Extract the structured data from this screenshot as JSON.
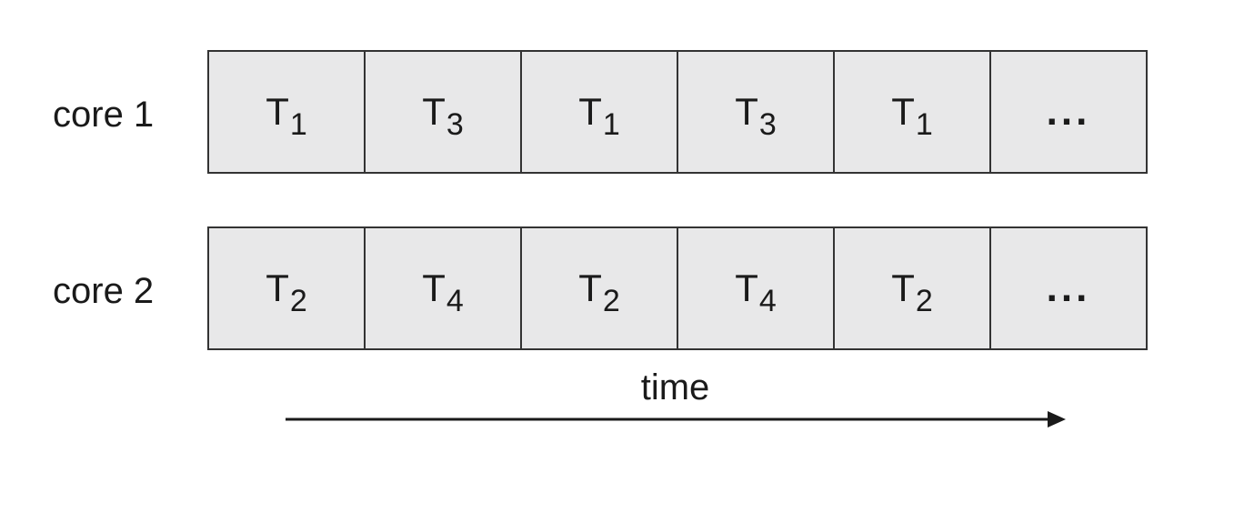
{
  "cores": [
    {
      "label": "core 1",
      "cells": [
        {
          "main": "T",
          "sub": "1"
        },
        {
          "main": "T",
          "sub": "3"
        },
        {
          "main": "T",
          "sub": "1"
        },
        {
          "main": "T",
          "sub": "3"
        },
        {
          "main": "T",
          "sub": "1"
        },
        {
          "main": "...",
          "sub": ""
        }
      ]
    },
    {
      "label": "core 2",
      "cells": [
        {
          "main": "T",
          "sub": "2"
        },
        {
          "main": "T",
          "sub": "4"
        },
        {
          "main": "T",
          "sub": "2"
        },
        {
          "main": "T",
          "sub": "4"
        },
        {
          "main": "T",
          "sub": "2"
        },
        {
          "main": "...",
          "sub": ""
        }
      ]
    }
  ],
  "axis": {
    "label": "time"
  },
  "colors": {
    "cell_fill": "#e8e8e9",
    "stroke": "#333333",
    "text": "#1a1a1a"
  }
}
